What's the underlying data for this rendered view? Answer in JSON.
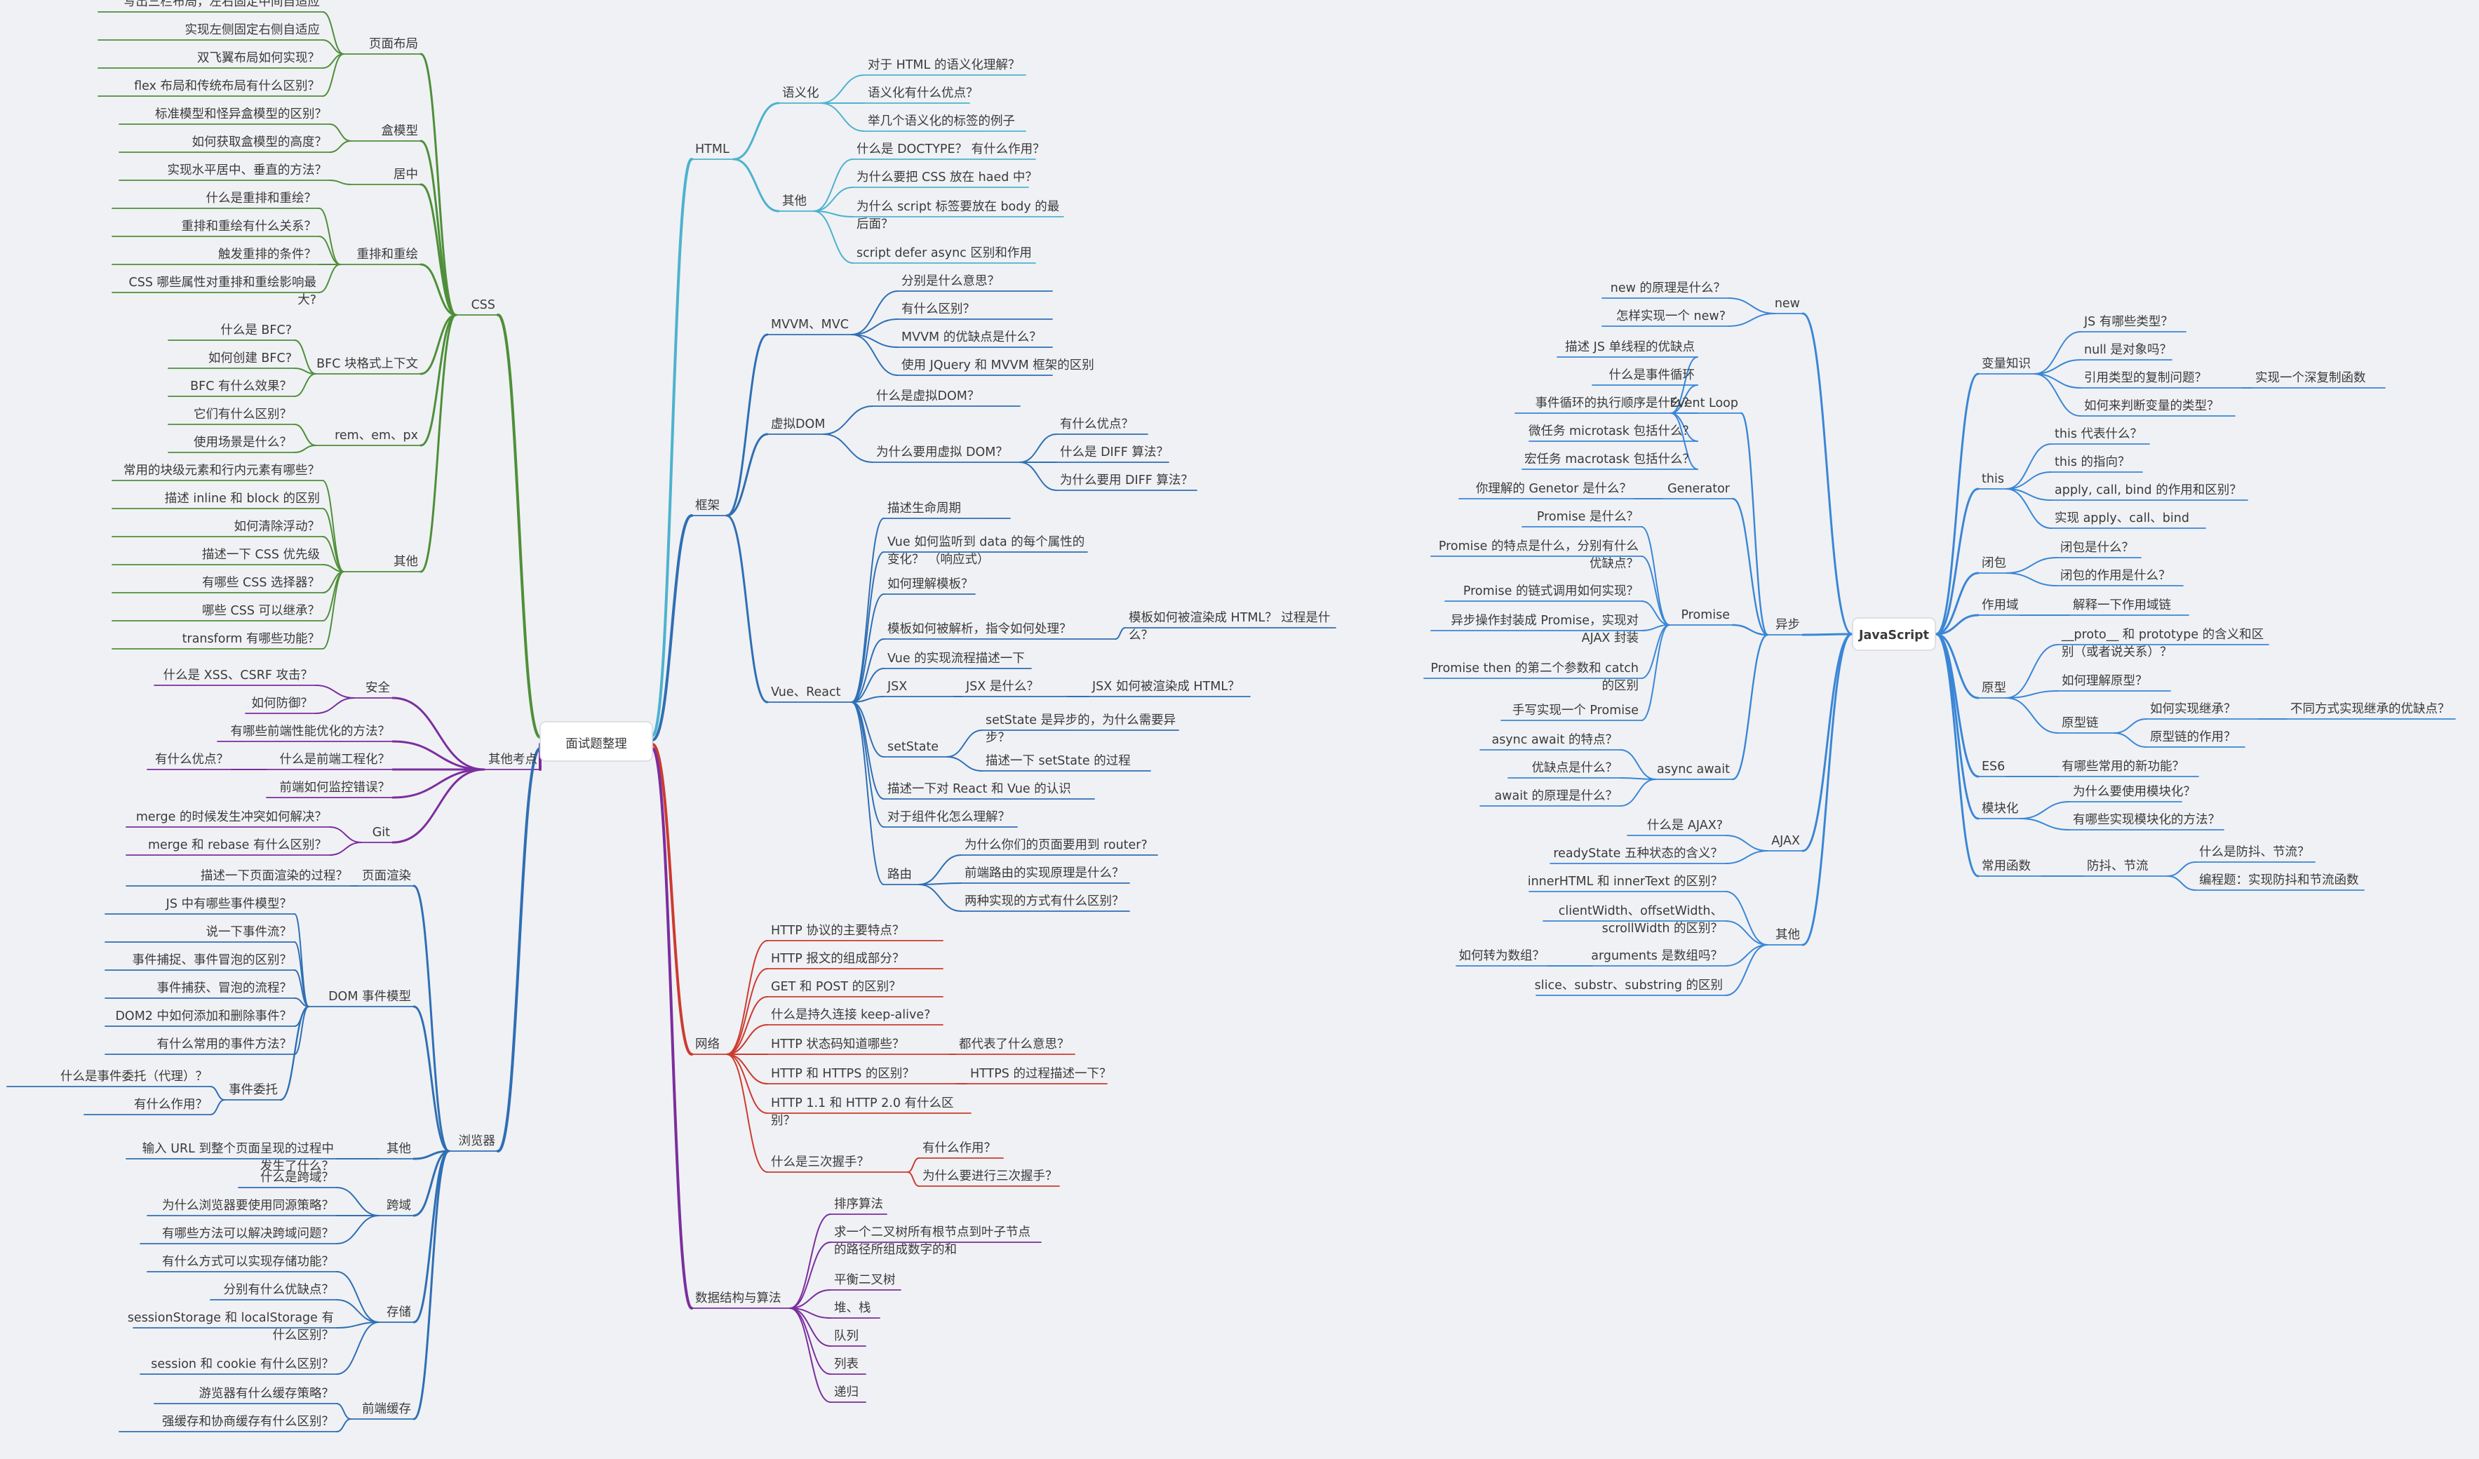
{
  "colors": {
    "background": "#f0f1f4",
    "text": "#3a3a3a",
    "css": "#4e8f3a",
    "purple": "#7b2e9e",
    "blue": "#2f6fb4",
    "cyan": "#4db2cf",
    "red": "#cc3b2f",
    "js": "#3a86d6"
  },
  "mindmap": {
    "root": "面试题整理",
    "css": {
      "label": "CSS",
      "page_layout": {
        "label": "页面布局",
        "items": [
          "写出三栏布局，左右固定中间自适应",
          "实现左侧固定右侧自适应",
          "双飞翼布局如何实现？",
          "flex 布局和传统布局有什么区别？"
        ]
      },
      "box_model": {
        "label": "盒模型",
        "items": [
          "标准模型和怪异盒模型的区别？",
          "如何获取盒模型的高度？"
        ]
      },
      "center": {
        "label": "居中",
        "items": [
          "实现水平居中、垂直的方法？"
        ]
      },
      "reflow": {
        "label": "重排和重绘",
        "items": [
          "什么是重排和重绘？",
          "重排和重绘有什么关系？",
          "触发重排的条件？",
          "CSS 哪些属性对重排和重绘影响最",
          "大?"
        ]
      },
      "bfc": {
        "label": "BFC 块格式上下文",
        "items": [
          "什么是 BFC?",
          "如何创建 BFC?",
          "BFC 有什么效果？"
        ]
      },
      "units": {
        "label": "rem、em、px",
        "items": [
          "它们有什么区别？",
          "使用场景是什么？"
        ]
      },
      "other": {
        "label": "其他",
        "items": [
          "常用的块级元素和行内元素有哪些？",
          "描述 inline 和 block 的区别",
          "如何清除浮动？",
          "描述一下 CSS 优先级",
          "有哪些 CSS 选择器？",
          "哪些 CSS 可以继承？",
          "transform 有哪些功能？"
        ]
      }
    },
    "other_topics": {
      "label": "其他考点",
      "security": {
        "label": "安全",
        "items": [
          "什么是 XSS、CSRF 攻击？",
          "如何防御？"
        ]
      },
      "perf": "有哪些前端性能优化的方法？",
      "engineering": {
        "label": "什么是前端工程化？",
        "sub": "有什么优点？"
      },
      "monitor": "前端如何监控错误？",
      "git": {
        "label": "Git",
        "items": [
          "merge 的时候发生冲突如何解决？",
          "merge 和 rebase 有什么区别？"
        ]
      }
    },
    "browser": {
      "label": "浏览器",
      "render": {
        "label": "页面渲染",
        "items": [
          "描述一下页面渲染的过程？"
        ]
      },
      "dom_events": {
        "label": "DOM 事件模型",
        "items": [
          "JS 中有哪些事件模型？",
          "说一下事件流？",
          "事件捕捉、事件冒泡的区别？",
          "事件捕获、冒泡的流程？",
          "DOM2 中如何添加和删除事件？",
          "有什么常用的事件方法？"
        ]
      },
      "delegate": {
        "label": "事件委托",
        "items": [
          "什么是事件委托（代理）？",
          "有什么作用？"
        ]
      },
      "other": {
        "label": "其他",
        "items": [
          "输入 URL 到整个页面呈现的过程中",
          "发生了什么？"
        ]
      },
      "cors": {
        "label": "跨域",
        "items": [
          "什么是跨域？",
          "为什么浏览器要使用同源策略？",
          "有哪些方法可以解决跨域问题？"
        ]
      },
      "storage": {
        "label": "存储",
        "items": [
          "有什么方式可以实现存储功能？",
          "分别有什么优缺点？",
          "sessionStorage 和 localStorage 有",
          "什么区别？",
          "session 和 cookie 有什么区别？"
        ]
      },
      "cache": {
        "label": "前端缓存",
        "items": [
          "游览器有什么缓存策略？",
          "强缓存和协商缓存有什么区别？"
        ]
      }
    },
    "html": {
      "label": "HTML",
      "semantic": {
        "label": "语义化",
        "items": [
          "对于 HTML 的语义化理解？",
          "语义化有什么优点？",
          "举几个语义化的标签的例子"
        ]
      },
      "other": {
        "label": "其他",
        "items": [
          "什么是 DOCTYPE？ 有什么作用？",
          "为什么要把 CSS 放在 haed 中？",
          "为什么 script 标签要放在 body 的最",
          "后面？",
          "script defer async 区别和作用"
        ]
      }
    },
    "framework": {
      "label": "框架",
      "mvvm": {
        "label": "MVVM、MVC",
        "items": [
          "分别是什么意思？",
          "有什么区别？",
          "MVVM 的优缺点是什么？",
          "使用 JQuery 和 MVVM 框架的区别"
        ]
      },
      "vdom": {
        "label": "虚拟DOM",
        "what": "什么是虚拟DOM？",
        "why": "为什么要用虚拟 DOM？",
        "why_items": [
          "有什么优点？",
          "什么是 DIFF 算法？",
          "为什么要用 DIFF 算法？"
        ]
      },
      "vue_react": {
        "label": "Vue、React",
        "items": [
          "描述生命周期",
          "Vue 如何监听到 data 的每个属性的",
          "变化？ （响应式）",
          "如何理解模板？",
          "模板如何被解析，指令如何处理？",
          "模板如何被渲染成 HTML？ 过程是什",
          "么？",
          "Vue 的实现流程描述一下"
        ],
        "jsx": {
          "label": "JSX",
          "what": "JSX 是什么？",
          "render": "JSX 如何被渲染成 HTML？"
        },
        "setstate": {
          "label": "setState",
          "items": [
            "setState 是异步的，为什么需要异",
            "步？",
            "描述一下 setState 的过程"
          ]
        },
        "compare": "描述一下对 React 和 Vue 的认识",
        "component": "对于组件化怎么理解？",
        "router": {
          "label": "路由",
          "items": [
            "为什么你们的页面要用到 router?",
            "前端路由的实现原理是什么？",
            "两种实现的方式有什么区别？"
          ]
        }
      }
    },
    "network": {
      "label": "网络",
      "items": [
        "HTTP 协议的主要特点？",
        "HTTP 报文的组成部分？",
        "GET 和 POST 的区别？",
        "什么是持久连接 keep-alive?",
        "HTTP 状态码知道哪些？",
        "都代表了什么意思？",
        "HTTP 和 HTTPS 的区别？",
        "HTTPS 的过程描述一下？",
        "HTTP 1.1 和 HTTP 2.0 有什么区",
        "别？"
      ],
      "handshake": {
        "label": "什么是三次握手？",
        "items": [
          "有什么作用？",
          "为什么要进行三次握手？"
        ]
      }
    },
    "algo": {
      "label": "数据结构与算法",
      "items": [
        "排序算法",
        "求一个二叉树所有根节点到叶子节点",
        "的路径所组成数字的和",
        "平衡二叉树",
        "堆、栈",
        "队列",
        "列表",
        "递归"
      ]
    },
    "js": {
      "label": "JavaScript",
      "variables": {
        "label": "变量知识",
        "items": [
          "JS 有哪些类型？",
          "null 是对象吗？",
          "引用类型的复制问题？",
          "实现一个深复制函数",
          "如何来判断变量的类型？"
        ]
      },
      "this": {
        "label": "this",
        "items": [
          "this 代表什么？",
          "this 的指向？",
          "apply, call, bind 的作用和区别？",
          "实现 apply、call、bind"
        ]
      },
      "closure": {
        "label": "闭包",
        "items": [
          "闭包是什么？",
          "闭包的作用是什么？"
        ]
      },
      "scope": {
        "label": "作用域",
        "items": [
          "解释一下作用域链"
        ]
      },
      "prototype": {
        "label": "原型",
        "items": [
          "__proto__ 和 prototype 的含义和区",
          "别（或者说关系）？",
          "如何理解原型？"
        ]
      },
      "chain": {
        "label": "原型链",
        "items": [
          "如何实现继承？",
          "不同方式实现继承的优缺点？",
          "原型链的作用？"
        ]
      },
      "es6": {
        "label": "ES6",
        "items": [
          "有哪些常用的新功能？"
        ]
      },
      "modules": {
        "label": "模块化",
        "items": [
          "为什么要使用模块化？",
          "有哪些实现模块化的方法？"
        ]
      },
      "funcs": {
        "label": "常用函数",
        "sub": "防抖、节流",
        "items": [
          "什么是防抖、节流？",
          "编程题：实现防抖和节流函数"
        ]
      },
      "new": {
        "label": "new",
        "items": [
          "new 的原理是什么？",
          "怎样实现一个 new?"
        ]
      },
      "async": {
        "label": "异步",
        "event_loop": {
          "label": "Event Loop",
          "items": [
            "描述 JS 单线程的优缺点",
            "什么是事件循环",
            "事件循环的执行顺序是什么？",
            "微任务 microtask 包括什么？",
            "宏任务 macrotask 包括什么？"
          ]
        },
        "generator": {
          "label": "Generator",
          "items": [
            "你理解的 Genetor 是什么？"
          ]
        },
        "promise": {
          "label": "Promise",
          "items": [
            "Promise 是什么？",
            "Promise 的特点是什么，分别有什么",
            "优缺点？",
            "Promise 的链式调用如何实现？",
            "异步操作封装成 Promise，实现对",
            "AJAX 封装",
            "Promise then 的第二个参数和 catch",
            "的区别",
            "手写实现一个 Promise"
          ]
        },
        "async_await": {
          "label": "async await",
          "items": [
            "async await 的特点？",
            "优缺点是什么？",
            "await 的原理是什么？"
          ]
        }
      },
      "ajax": {
        "label": "AJAX",
        "items": [
          "什么是 AJAX?",
          "readyState 五种状态的含义？"
        ]
      },
      "other": {
        "label": "其他",
        "items": [
          "innerHTML 和 innerText 的区别？",
          "clientWidth、offsetWidth、",
          "scrollWidth 的区别？",
          "arguments 是数组吗？",
          "如何转为数组？",
          "slice、substr、substring 的区别"
        ]
      }
    }
  }
}
